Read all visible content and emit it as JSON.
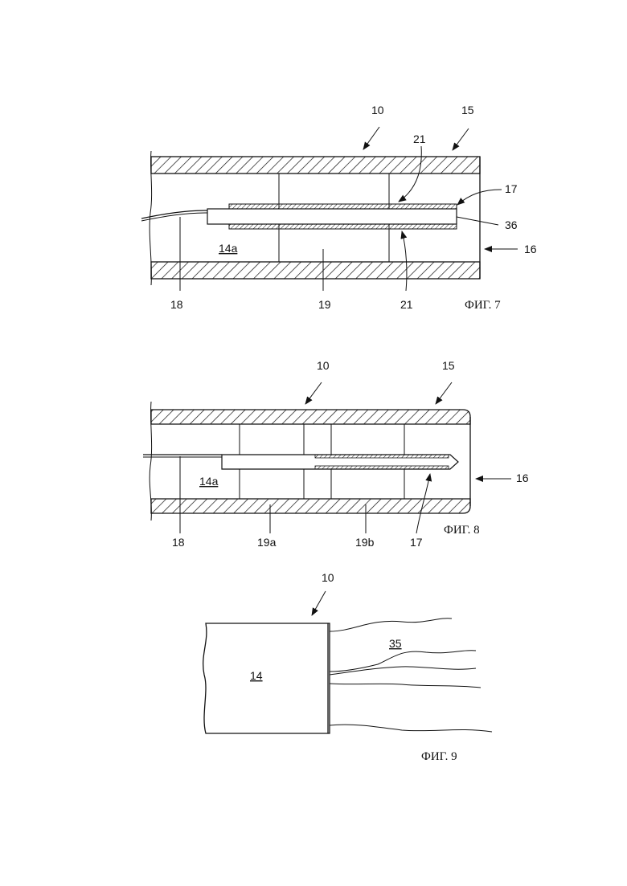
{
  "fig7": {
    "caption": "ФИГ. 7",
    "labels": {
      "l10": "10",
      "l15": "15",
      "l21a": "21",
      "l17": "17",
      "l36": "36",
      "l16": "16",
      "l14a": "14a",
      "l18": "18",
      "l19": "19",
      "l21b": "21"
    }
  },
  "fig8": {
    "caption": "ФИГ. 8",
    "labels": {
      "l10": "10",
      "l15": "15",
      "l16": "16",
      "l14a": "14a",
      "l18": "18",
      "l19a": "19a",
      "l19b": "19b",
      "l17": "17"
    }
  },
  "fig9": {
    "caption": "ФИГ. 9",
    "labels": {
      "l10": "10",
      "l35": "35",
      "l14": "14"
    }
  }
}
